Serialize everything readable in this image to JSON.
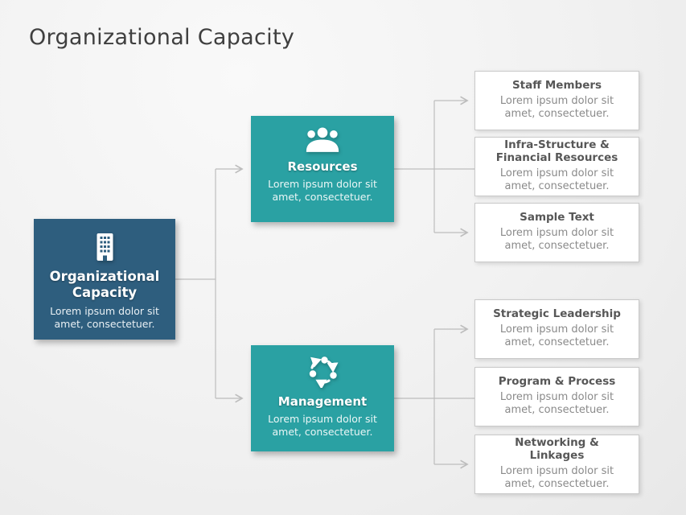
{
  "page": {
    "title": "Organizational Capacity"
  },
  "colors": {
    "root_box": "#2e5e7e",
    "branch_box": "#2aa1a3",
    "card_background": "#ffffff",
    "card_border": "#c9c9c9",
    "connector": "#bdbdbd",
    "page_title_text": "#3f3f3f",
    "card_title_text": "#575757",
    "card_body_text": "#8a8a8a",
    "box_text": "#ffffff"
  },
  "root_node": {
    "icon": "building-icon",
    "title": "Organizational\nCapacity",
    "body": "Lorem ipsum dolor sit\namet, consectetuer."
  },
  "branches": [
    {
      "icon": "people-meeting-icon",
      "title": "Resources",
      "body": "Lorem ipsum dolor sit\namet, consectetuer.",
      "children": [
        {
          "title": "Staff Members",
          "body": "Lorem ipsum dolor sit\namet, consectetuer."
        },
        {
          "title": "Infra-Structure &\nFinancial Resources",
          "body": "Lorem ipsum dolor sit\namet, consectetuer."
        },
        {
          "title": "Sample Text",
          "body": "Lorem ipsum dolor sit\namet, consectetuer."
        }
      ]
    },
    {
      "icon": "cycle-arrows-icon",
      "title": "Management",
      "body": "Lorem ipsum dolor sit\namet, consectetuer.",
      "children": [
        {
          "title": "Strategic Leadership",
          "body": "Lorem ipsum dolor sit\namet, consectetuer."
        },
        {
          "title": "Program & Process",
          "body": "Lorem ipsum dolor sit\namet, consectetuer."
        },
        {
          "title": "Networking &\nLinkages",
          "body": "Lorem ipsum dolor sit\namet, consectetuer."
        }
      ]
    }
  ]
}
